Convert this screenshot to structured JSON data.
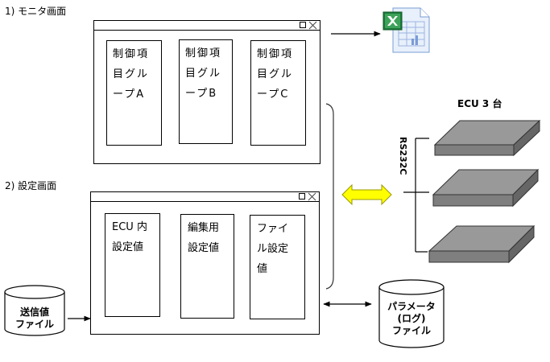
{
  "monitor_section": {
    "label": "1) モニタ画面",
    "panels": [
      {
        "lines": [
          "制御項",
          "目グル",
          "ープA"
        ]
      },
      {
        "lines": [
          "制御項",
          "目グル",
          "ープB"
        ]
      },
      {
        "lines": [
          "制御項",
          "目グル",
          "ープC"
        ]
      }
    ],
    "output_icon": "excel-file-icon"
  },
  "settings_section": {
    "label": "2) 設定画面",
    "panels": [
      {
        "lines": [
          "ECU 内",
          "設定値"
        ]
      },
      {
        "lines": [
          "編集用",
          "設定値"
        ]
      },
      {
        "lines": [
          "ファイ",
          "ル設定",
          "値"
        ]
      }
    ]
  },
  "send_file": {
    "lines": [
      "送信値",
      "ファイル"
    ]
  },
  "param_file": {
    "lines": [
      "パラメータ",
      "(ログ)",
      "ファイル"
    ]
  },
  "ecu": {
    "title": "ECU 3 台",
    "count": 3,
    "interface_label": "RS232C"
  },
  "colors": {
    "ecu_top": "#999999",
    "ecu_front": "#7f7f7f",
    "ecu_side": "#666666",
    "bidir_arrow": "#ffff00",
    "excel_green": "#1d7a3a",
    "sheet_blue": "#7a9cd6"
  },
  "window_controls": {
    "maximize": "maximize-icon",
    "close": "close-icon"
  }
}
